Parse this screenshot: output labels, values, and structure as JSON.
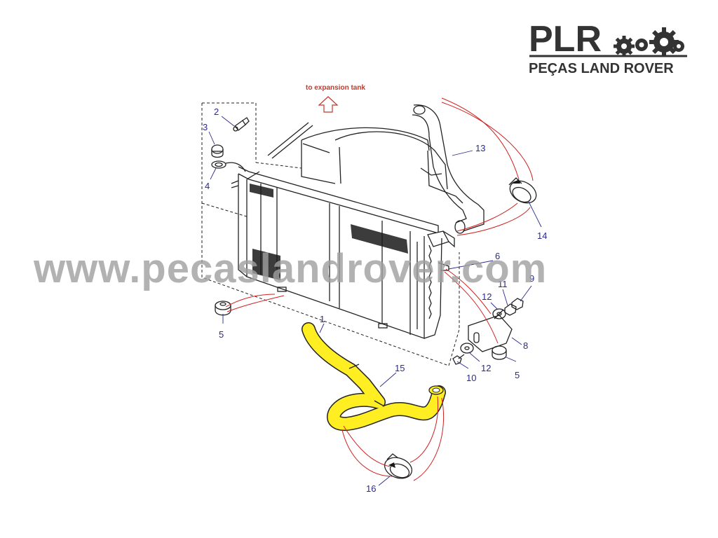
{
  "logo": {
    "brand": "PLR",
    "tagline": "PEÇAS LAND ROVER"
  },
  "watermark": "www.pecaslandrover.com",
  "note": "to expansion tank",
  "callouts": {
    "c1": "1",
    "c2": "2",
    "c3": "3",
    "c4": "4",
    "c5a": "5",
    "c5b": "5",
    "c6": "6",
    "c8": "8",
    "c9": "9",
    "c10": "10",
    "c11": "11",
    "c12a": "12",
    "c12b": "12",
    "c13": "13",
    "c14": "14",
    "c15": "15",
    "c16": "16"
  },
  "colors": {
    "highlight_hose": "#ffee22",
    "callout_text": "#2a2a8c",
    "leader_red": "#d02020",
    "watermark": "#a0a0a0"
  },
  "icons": [
    "gear-icon"
  ]
}
